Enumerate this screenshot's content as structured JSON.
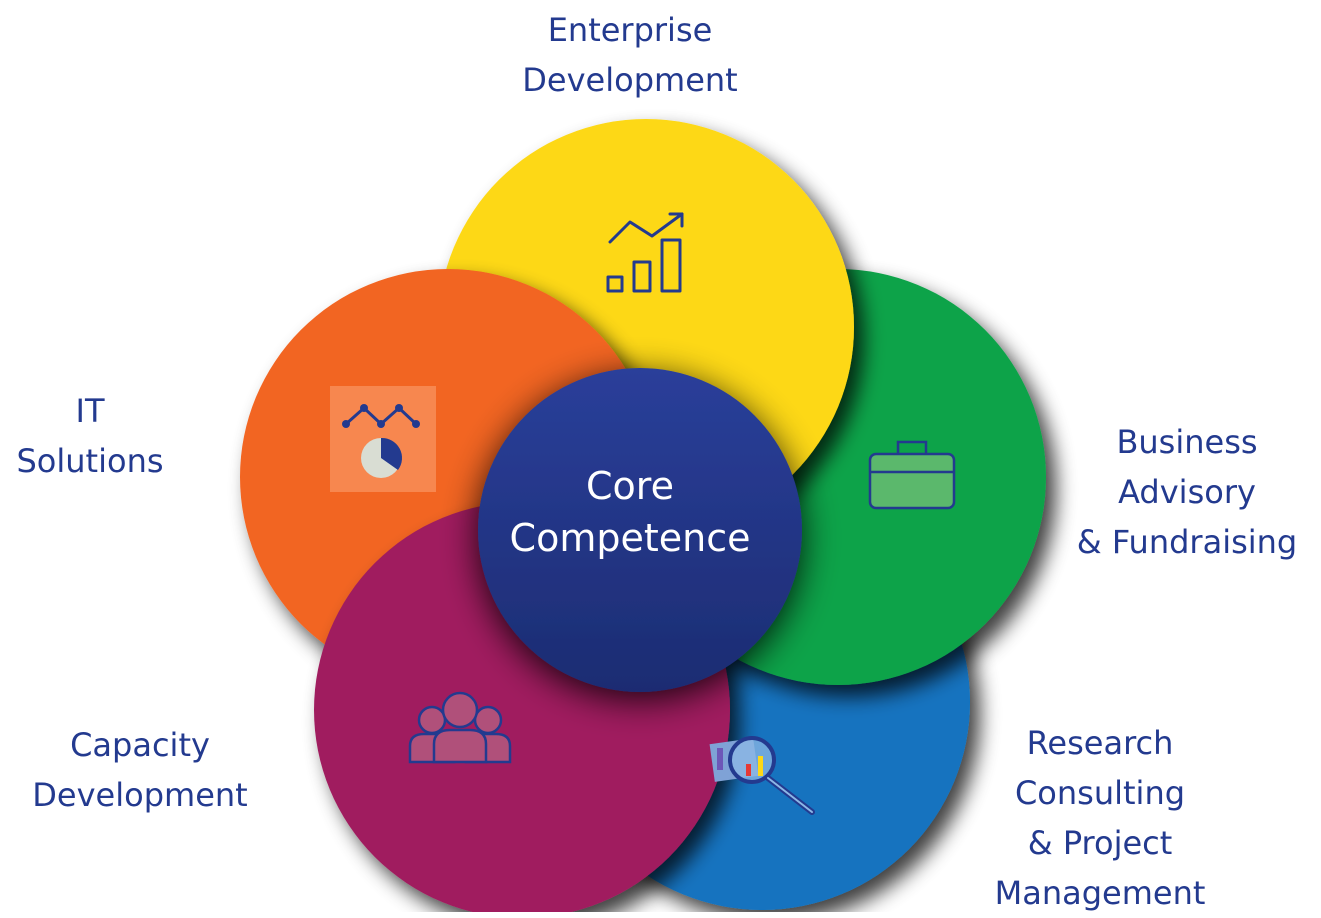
{
  "center": {
    "lines": [
      "Core",
      "Competence"
    ]
  },
  "petals": [
    {
      "id": "enterprise",
      "lines": [
        "Enterprise",
        "Development"
      ],
      "color": "#fdd817",
      "icon": "growth-chart-icon"
    },
    {
      "id": "business",
      "lines": [
        "Business",
        "Advisory",
        "& Fundraising"
      ],
      "color": "#11a34a",
      "icon": "briefcase-icon"
    },
    {
      "id": "research",
      "lines": [
        "Research",
        "Consulting",
        "& Project",
        "Management"
      ],
      "color": "#1273bf",
      "icon": "magnifier-report-icon"
    },
    {
      "id": "capacity",
      "lines": [
        "Capacity",
        "Development"
      ],
      "color": "#a01e5f",
      "icon": "people-group-icon"
    },
    {
      "id": "it",
      "lines": [
        "IT",
        "Solutions"
      ],
      "color": "#f26522",
      "icon": "analytics-icon"
    }
  ],
  "colors": {
    "label_text": "#233a8f",
    "center_fill": "#233a8f"
  }
}
